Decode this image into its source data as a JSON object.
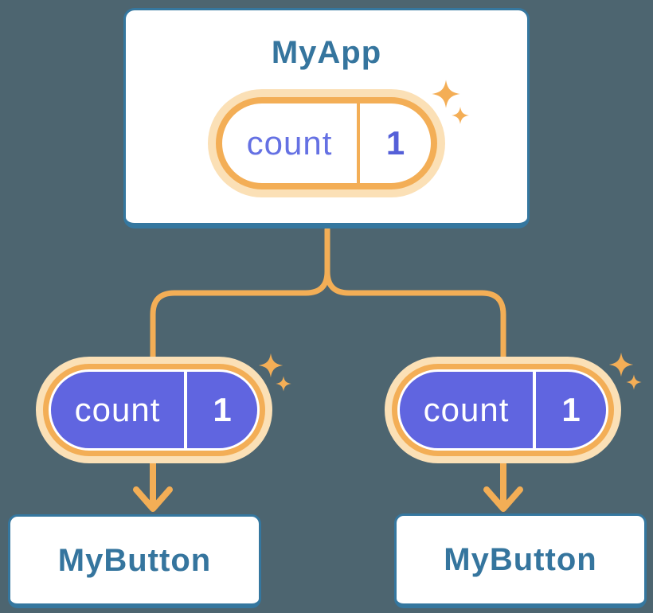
{
  "diagram": {
    "description": "React component tree sharing state: parent MyApp passes count state down to two MyButton children",
    "background_color": "#4d6570",
    "accent_orange": "#f3ae56",
    "accent_glow": "#fbe0b6",
    "card_border_blue": "#35779f",
    "card_background": "#ffffff",
    "heading_blue": "#35759e",
    "state_purple": "#6065e0",
    "state_label_indigo": "#6571e3",
    "state_value_indigo": "#5560d8"
  },
  "root_component": {
    "title": "MyApp",
    "state_pill": {
      "label": "count",
      "value": "1",
      "style": "light"
    }
  },
  "children": [
    {
      "state_pill": {
        "label": "count",
        "value": "1",
        "style": "solid-purple"
      },
      "component": {
        "title": "MyButton"
      }
    },
    {
      "state_pill": {
        "label": "count",
        "value": "1",
        "style": "solid-purple"
      },
      "component": {
        "title": "MyButton"
      }
    }
  ]
}
